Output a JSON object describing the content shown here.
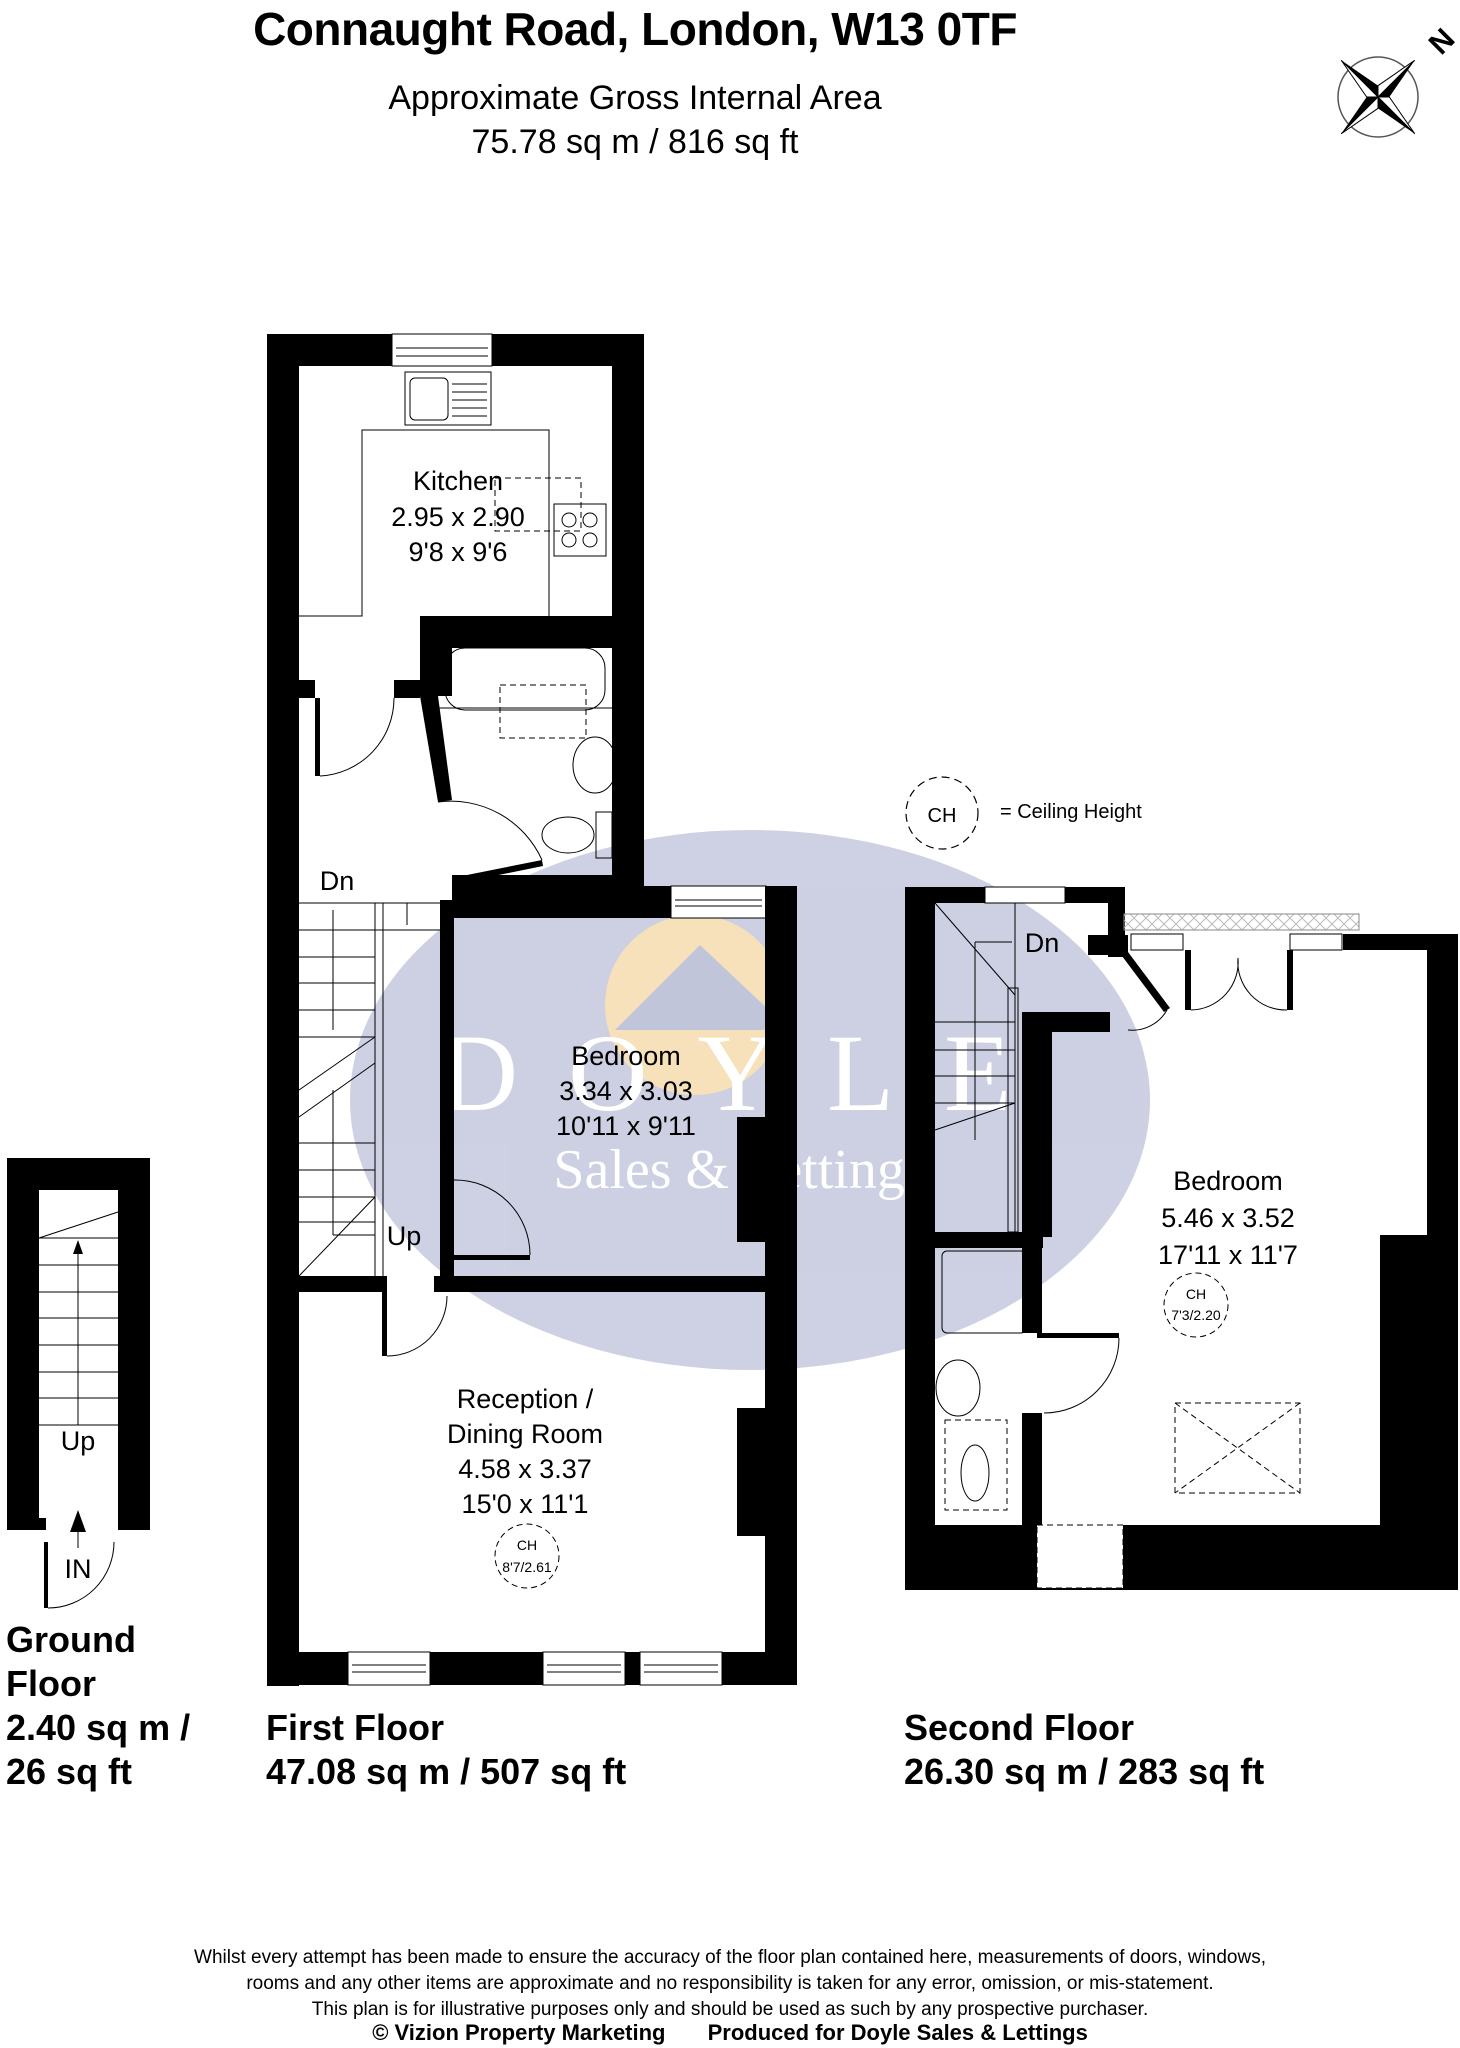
{
  "header": {
    "title": "Connaught Road, London, W13 0TF",
    "area_caption": "Approximate Gross Internal Area",
    "area_total": "75.78 sq m / 816 sq ft"
  },
  "compass": {
    "label": "N"
  },
  "legend": {
    "symbol": "CH",
    "text": "= Ceiling Height"
  },
  "watermark": {
    "brand": "DOYLE",
    "tagline": "Sales & Lettings"
  },
  "floors": {
    "ground": {
      "name_line1": "Ground",
      "name_line2": "Floor",
      "area_line1": "2.40 sq m /",
      "area_line2": "26 sq ft",
      "stair_label": "Up",
      "entrance_label": "IN"
    },
    "first": {
      "name": "First Floor",
      "area": "47.08 sq m / 507 sq ft",
      "stair_dn": "Dn",
      "stair_up": "Up",
      "rooms": {
        "kitchen": {
          "name": "Kitchen",
          "metric": "2.95 x 2.90",
          "imperial": "9'8 x 9'6"
        },
        "bedroom": {
          "name": "Bedroom",
          "metric": "3.34 x 3.03",
          "imperial": "10'11 x 9'11"
        },
        "reception": {
          "name_line1": "Reception /",
          "name_line2": "Dining Room",
          "metric": "4.58 x 3.37",
          "imperial": "15'0 x 11'1",
          "ch_label": "CH",
          "ch_value": "8'7/2.61"
        }
      }
    },
    "second": {
      "name": "Second Floor",
      "area": "26.30 sq m / 283 sq ft",
      "stair_dn": "Dn",
      "rooms": {
        "bedroom": {
          "name": "Bedroom",
          "metric": "5.46 x 3.52",
          "imperial": "17'11 x 11'7",
          "ch_label": "CH",
          "ch_value": "7'3/2.20"
        }
      }
    }
  },
  "footer": {
    "disclaimer_line1": "Whilst every attempt has been made to ensure the accuracy of the floor plan contained here, measurements of doors, windows,",
    "disclaimer_line2": "rooms and any other items are approximate and no responsibility is taken for any error, omission, or mis-statement.",
    "disclaimer_line3": "This plan is for illustrative purposes only and should be used as such by any prospective purchaser.",
    "copyright": "© Vizion Property Marketing",
    "produced_for": "Produced for Doyle Sales & Lettings"
  },
  "colors": {
    "wall": "#000000",
    "watermark_ellipse": "#c5c8de",
    "watermark_sun": "#f6dcb0"
  }
}
